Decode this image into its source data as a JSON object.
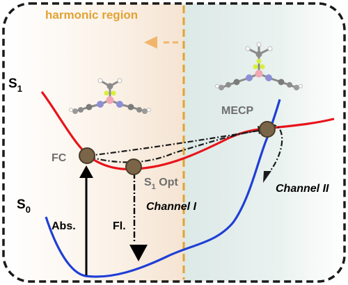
{
  "labels": {
    "region": "harmonic region",
    "s1": "S",
    "s1_sub": "1",
    "s0": "S",
    "s0_sub": "0",
    "fc": "FC",
    "s1opt": "S",
    "s1opt_sub": "1",
    "s1opt_tail": " Opt",
    "mecp": "MECP",
    "channel1": "Channel I",
    "channel2": "Channel II",
    "abs": "Abs.",
    "fl": "Fl."
  },
  "colors": {
    "s1_curve": "#e8141b",
    "s0_curve": "#1f3fd6",
    "region_divider": "#e2a233",
    "region_text": "#e2a233",
    "left_shade": "#f7e9da",
    "right_shade": "#e1ece9",
    "point_fill": "#7a6548",
    "label_gray": "#6e6e6e",
    "frame": "#1a1a1a"
  },
  "icons": {
    "region_arrow": "dashed-left-arrow",
    "molecule_fc": "molecule-ball-and-stick",
    "molecule_mecp": "molecule-ball-and-stick"
  }
}
